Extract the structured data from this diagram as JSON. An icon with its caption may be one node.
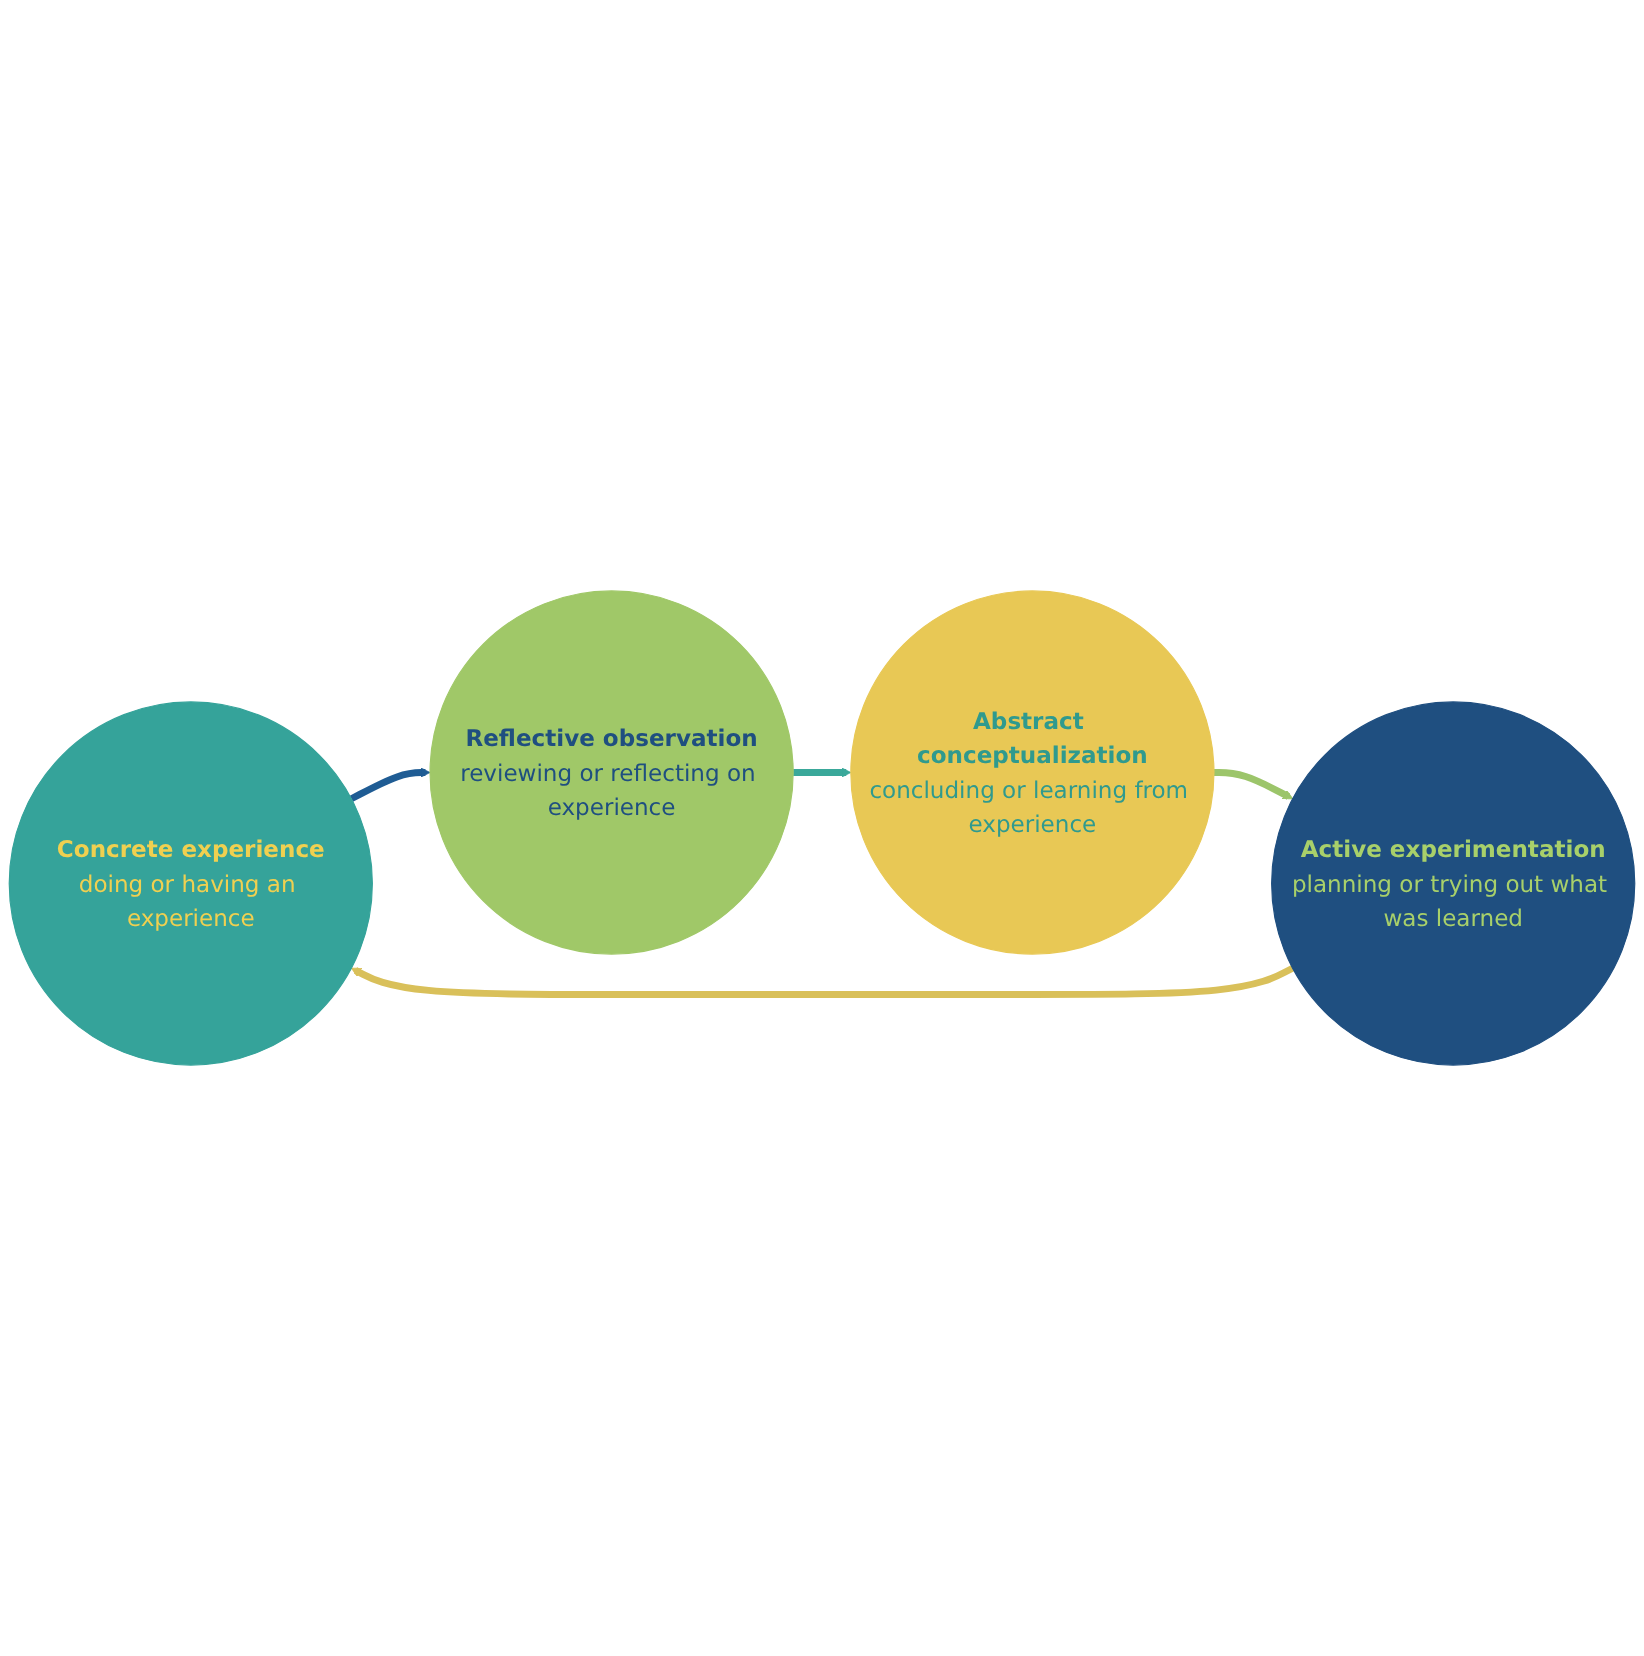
{
  "diagram": {
    "nodes": [
      {
        "text": [
          "Concrete experience",
          "doing or having an experience"
        ]
      },
      {
        "text": [
          "Active experimentation",
          "planning or trying out what was learned"
        ]
      },
      {
        "text": [
          "Reflective observation",
          "reviewing or reflecting on experience"
        ]
      },
      {
        "text": [
          "Abstract conceptualization",
          "concluding or learning from experience"
        ]
      }
    ],
    "edges": [
      {
        "from": 0,
        "to": 2,
        "arrow": "to",
        "color": "#1f5c94"
      },
      {
        "from": 2,
        "to": 3,
        "arrow": "to",
        "color": "#3aa89a"
      },
      {
        "from": 3,
        "to": 1,
        "arrow": "to",
        "color": "#9cc56a"
      },
      {
        "from": 1,
        "to": 0,
        "arrow": "to",
        "color": "#d9c05a"
      }
    ]
  }
}
